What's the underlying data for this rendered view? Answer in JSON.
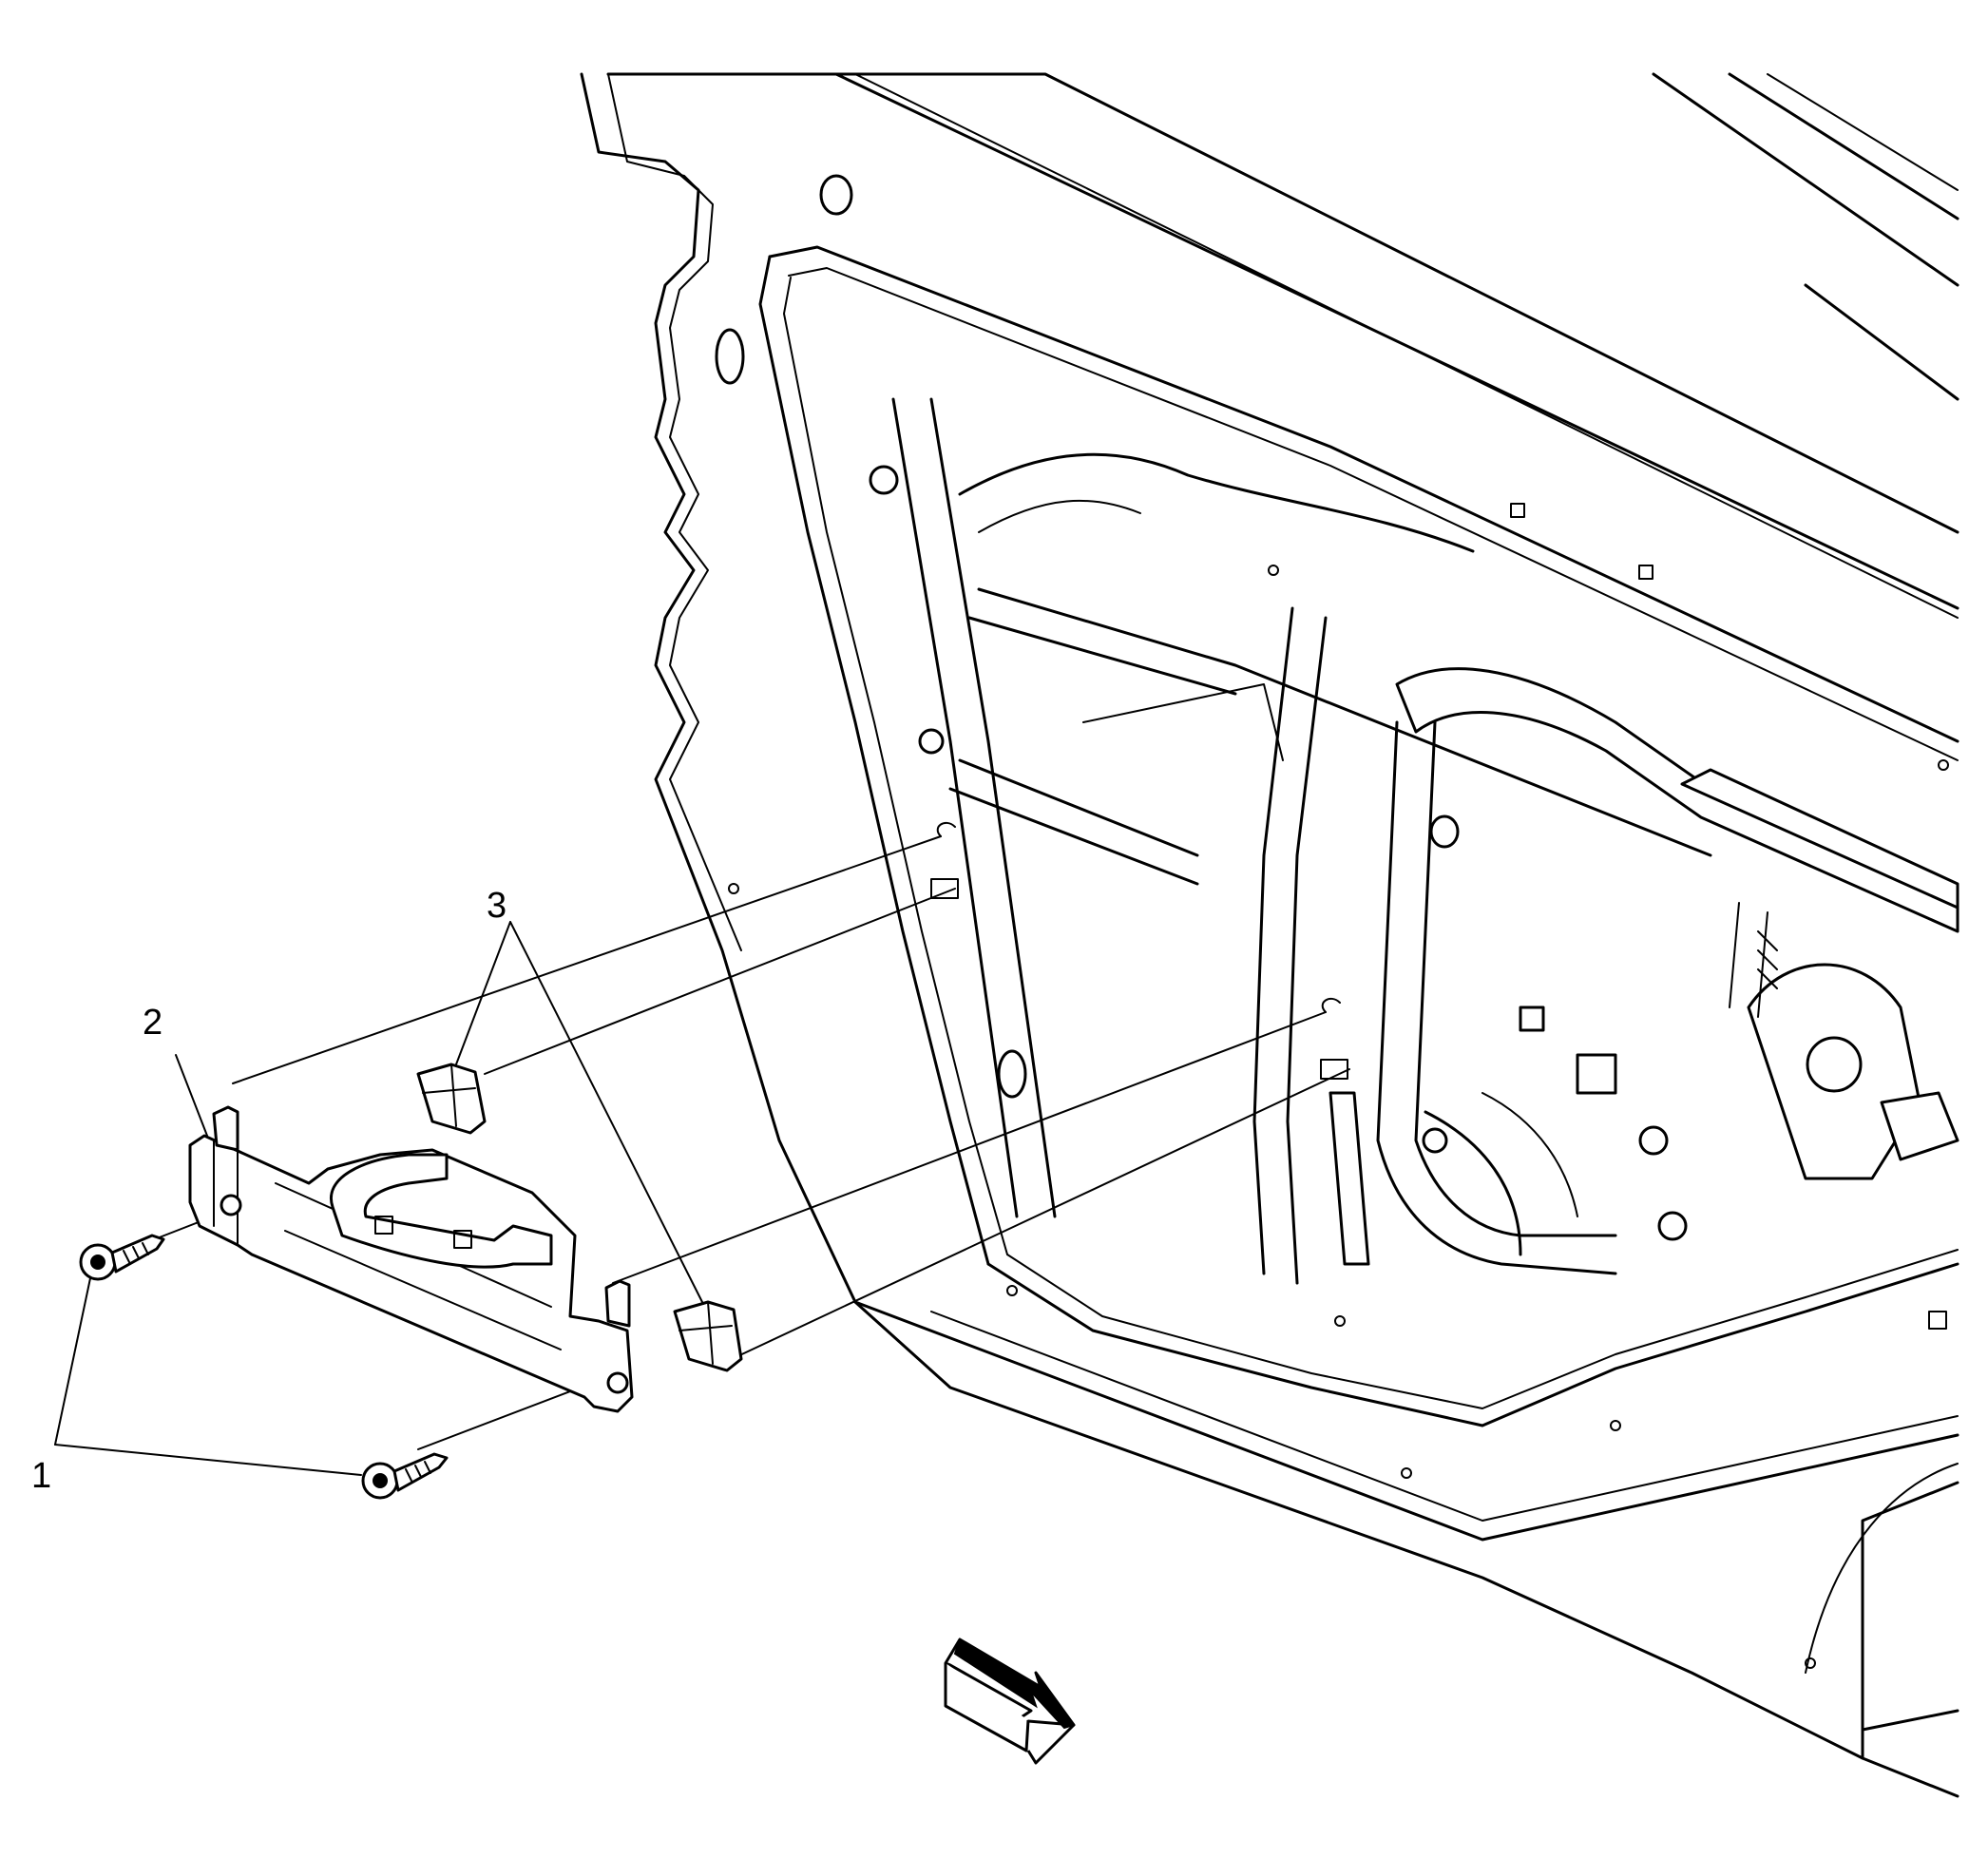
{
  "callouts": {
    "c1": "1",
    "c2": "2",
    "c3": "3"
  },
  "parts": {
    "screw_icon": "screw-icon",
    "bracket_icon": "bracket-icon",
    "retainer_clip_icon": "retainer-clip-icon",
    "direction_arrow_icon": "arrow-icon"
  },
  "colors": {
    "line": "#000000",
    "background": "#ffffff"
  }
}
